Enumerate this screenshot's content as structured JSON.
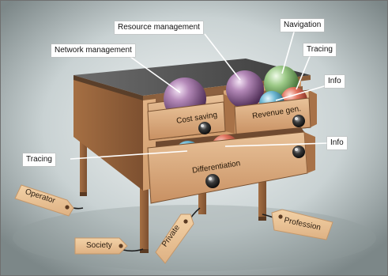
{
  "callouts": {
    "network_management": "Network management",
    "resource_management": "Resource management",
    "navigation": "Navigation",
    "tracing_top": "Tracing",
    "info_top": "Info",
    "tracing_left": "Tracing",
    "info_right": "Info"
  },
  "drawers": {
    "cost_saving": "Cost saving",
    "revenue_gen": "Revenue gen.",
    "differentiation": "Differentiation"
  },
  "tags": {
    "operator": "Operator",
    "society": "Society",
    "private": "Private",
    "profession": "Profession"
  }
}
